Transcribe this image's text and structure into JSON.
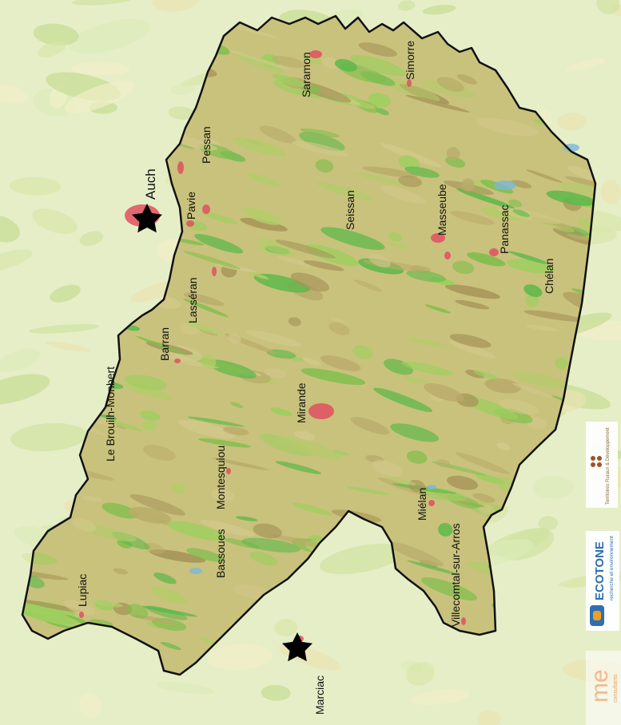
{
  "map": {
    "colors": {
      "background": "#e6eec8",
      "territory": "#c9c27c",
      "outline": "#111111",
      "urban": "#e05060",
      "forest": "#5cb84a",
      "water": "#7ab8d8"
    },
    "places": [
      {
        "id": "auch",
        "name": "Auch",
        "capital": true
      },
      {
        "id": "pavie",
        "name": "Pavie"
      },
      {
        "id": "pessan",
        "name": "Pessan"
      },
      {
        "id": "saramon",
        "name": "Saramon"
      },
      {
        "id": "simorre",
        "name": "Simorre"
      },
      {
        "id": "seissan",
        "name": "Seissan"
      },
      {
        "id": "masseube",
        "name": "Masseube"
      },
      {
        "id": "panassac",
        "name": "Panassac"
      },
      {
        "id": "chelan",
        "name": "Chélan"
      },
      {
        "id": "lasseran",
        "name": "Lasséran"
      },
      {
        "id": "barran",
        "name": "Barran"
      },
      {
        "id": "le-brouilh-monbert",
        "name": "Le Brouilh-Monbert"
      },
      {
        "id": "mirande",
        "name": "Mirande"
      },
      {
        "id": "montesquiou",
        "name": "Montesquiou"
      },
      {
        "id": "bassoues",
        "name": "Bassoues"
      },
      {
        "id": "mielan",
        "name": "Miélan"
      },
      {
        "id": "villecomtal-sur-arros",
        "name": "Villecomtal-sur-Arros"
      },
      {
        "id": "lupiac",
        "name": "Lupiac"
      },
      {
        "id": "marciac",
        "name": "Marciac",
        "capital": true
      }
    ],
    "logos": {
      "territoires": {
        "name": "Territoires Ruraux & Développement"
      },
      "ecotone": {
        "name": "ECOTONE",
        "tagline": "recherche et environnement"
      },
      "me": {
        "name": "me",
        "tagline": "consultants"
      }
    }
  }
}
